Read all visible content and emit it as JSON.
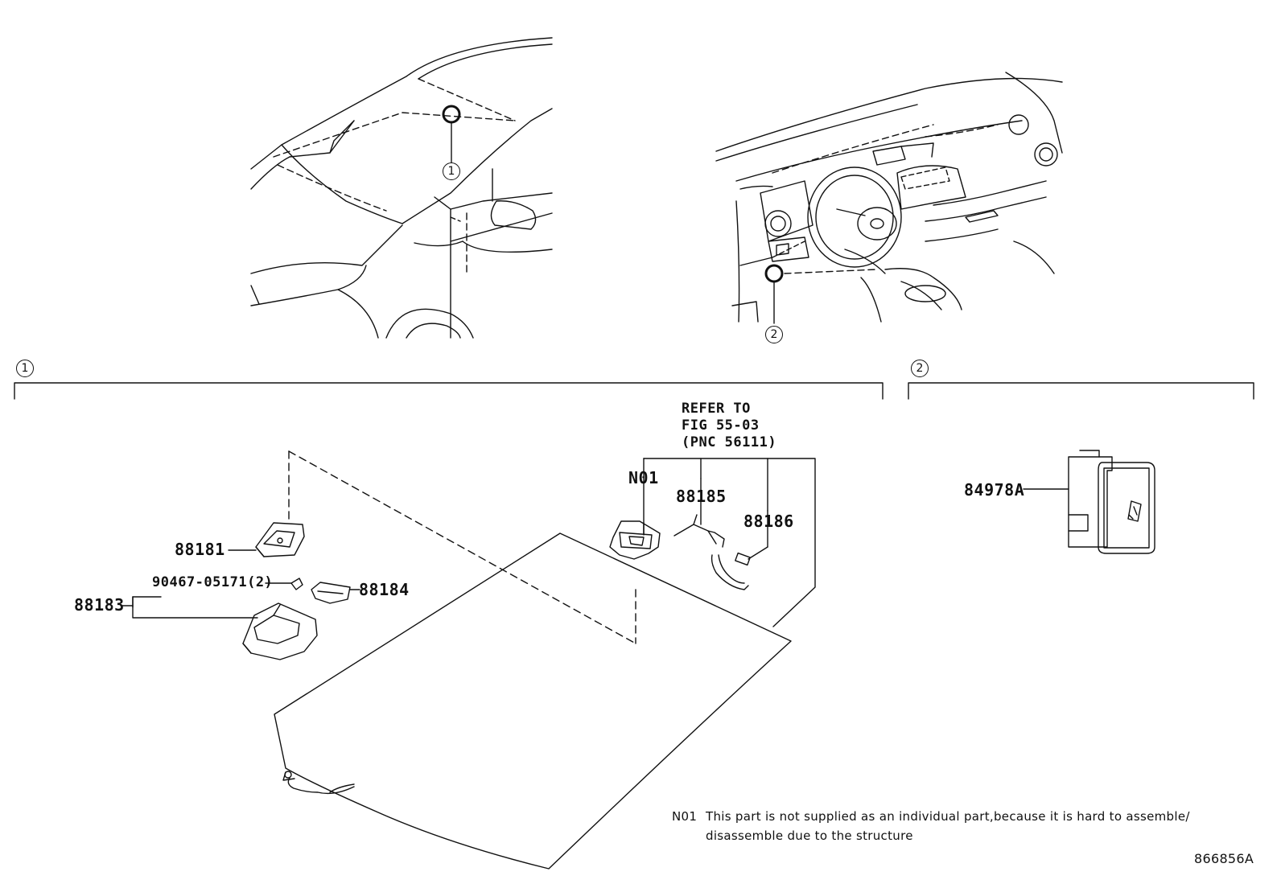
{
  "callouts": {
    "one": "1",
    "two": "2"
  },
  "refer": {
    "line1": "REFER TO",
    "line2": "FIG 55-03",
    "line3": "(PNC 56111)"
  },
  "parts": {
    "n01": "N01",
    "p88185": "88185",
    "p88186": "88186",
    "p88181": "88181",
    "p90467": "90467-05171(2)",
    "p88183": "88183",
    "p88184": "88184",
    "p84978A": "84978A"
  },
  "note": {
    "code": "N01",
    "line1": "This part is not supplied as an individual part,because it is hard to assemble/",
    "line2": "disassemble due to the structure"
  },
  "diagram_id": "866856A"
}
